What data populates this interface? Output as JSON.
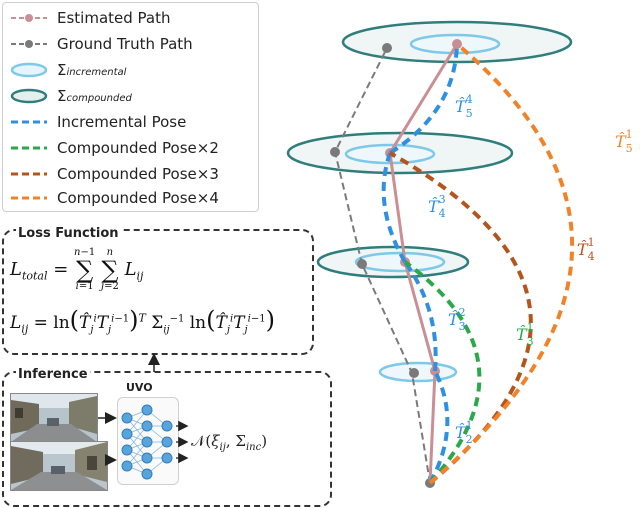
{
  "legend": {
    "items": [
      {
        "label": "Estimated Path",
        "color": "#c98f94"
      },
      {
        "label": "Ground Truth Path",
        "color": "#7a7a7a"
      },
      {
        "label": "Σ",
        "sub": "incremental",
        "color": "#7ec8e8"
      },
      {
        "label": "Σ",
        "sub": "compounded",
        "color": "#2f7e7c"
      },
      {
        "label": "Incremental Pose",
        "color": "#2f8fe0"
      },
      {
        "label": "Compounded Pose×2",
        "color": "#2aa84a"
      },
      {
        "label": "Compounded Pose×3",
        "color": "#b5541d"
      },
      {
        "label": "Compounded Pose×4",
        "color": "#f0832a"
      }
    ]
  },
  "loss_function": {
    "title": "Loss Function"
  },
  "inference": {
    "title": "Inference",
    "network_label": "UVO"
  },
  "pose_labels": {
    "t21": {
      "sub": "2",
      "sup": "1"
    },
    "t32": {
      "sub": "3",
      "sup": "2"
    },
    "t31": {
      "sub": "3",
      "sup": "1"
    },
    "t43": {
      "sub": "4",
      "sup": "3"
    },
    "t41": {
      "sub": "4",
      "sup": "1"
    },
    "t54": {
      "sub": "5",
      "sup": "4"
    },
    "t51": {
      "sub": "5",
      "sup": "1"
    }
  }
}
